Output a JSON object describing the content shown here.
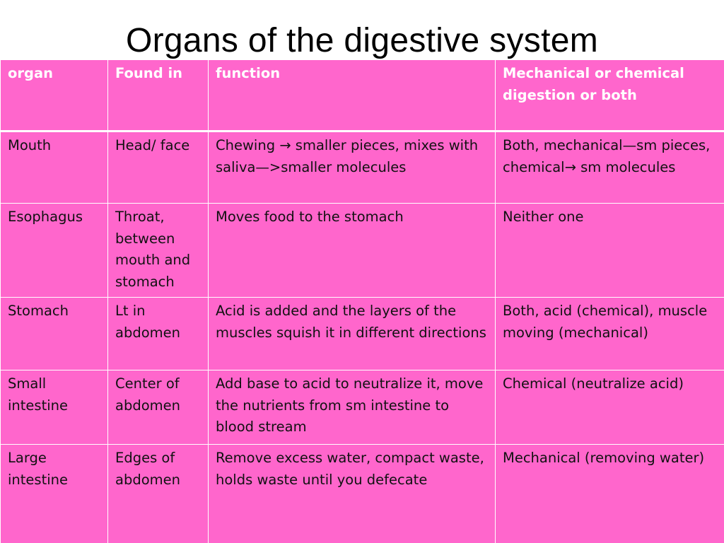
{
  "title": "Organs of the digestive system",
  "table": {
    "headers": [
      "organ",
      "Found in",
      "function",
      "Mechanical or chemical digestion or both"
    ],
    "rows": [
      {
        "organ": "Mouth",
        "found_in": "Head/ face",
        "function": "Chewing → smaller pieces, mixes with saliva—>smaller molecules",
        "digestion": "Both, mechanical—sm pieces, chemical→ sm molecules"
      },
      {
        "organ": "Esophagus",
        "found_in": "Throat, between mouth and stomach",
        "function": "Moves food to the stomach",
        "digestion": "Neither one"
      },
      {
        "organ": "Stomach",
        "found_in": "Lt in abdomen",
        "function": "Acid is added and the layers of the muscles squish it in different directions",
        "digestion": "Both, acid (chemical), muscle moving (mechanical)"
      },
      {
        "organ": "Small intestine",
        "found_in": "Center of abdomen",
        "function": "Add base to acid to neutralize it, move the nutrients from sm intestine to blood stream",
        "digestion": "Chemical (neutralize acid)"
      },
      {
        "organ": "Large intestine",
        "found_in": "Edges of abdomen",
        "function": "Remove excess water, compact waste, holds waste until you defecate",
        "digestion": "Mechanical  (removing water)"
      }
    ]
  },
  "colors": {
    "cell_background": "#ff66cc",
    "header_text": "#ffffff",
    "body_text": "#111111",
    "grid_lines": "#ffffff"
  }
}
